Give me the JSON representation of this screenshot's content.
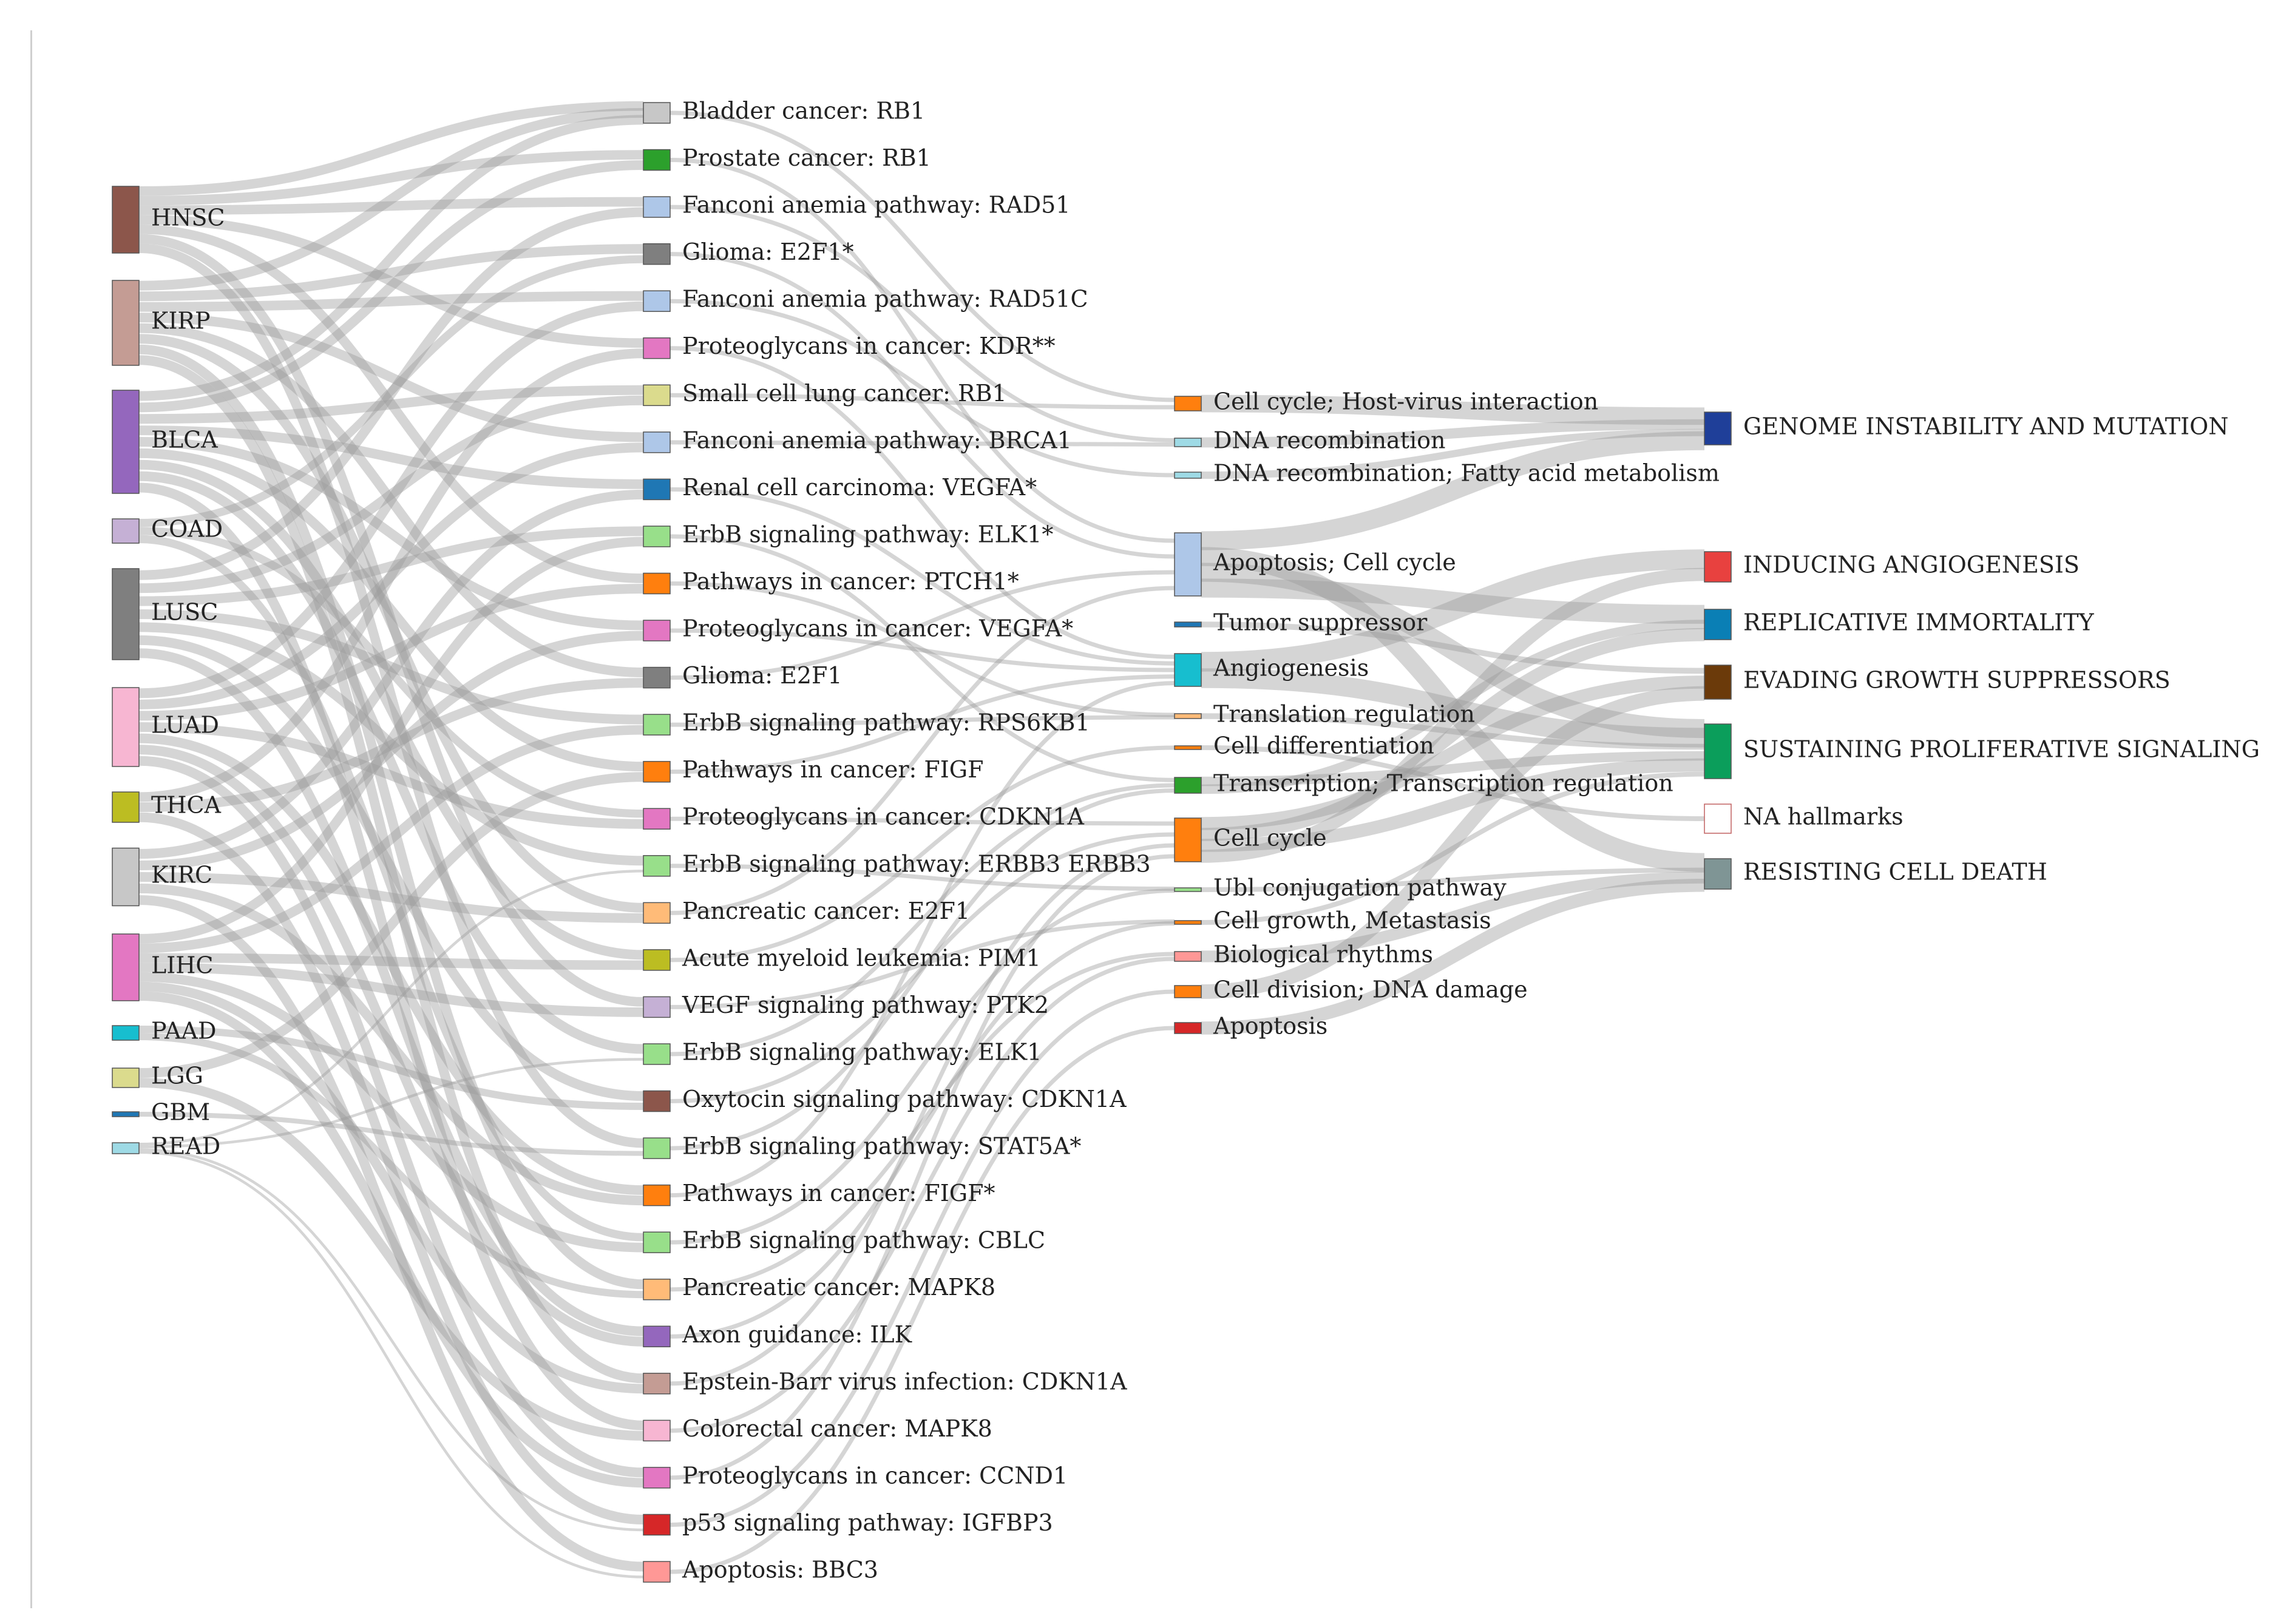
{
  "columns": [
    {
      "id": "cancer",
      "nodes": [
        {
          "label": "HNSC",
          "color": "#8c564b",
          "weight": 3.0
        },
        {
          "label": "KIRP",
          "color": "#c49c94",
          "weight": 4.0
        },
        {
          "label": "BLCA",
          "color": "#9467bd",
          "weight": 5.0
        },
        {
          "label": "COAD",
          "color": "#c5b0d5",
          "weight": 1.0
        },
        {
          "label": "LUSC",
          "color": "#7f7f7f",
          "weight": 4.0
        },
        {
          "label": "LUAD",
          "color": "#f7b6d2",
          "weight": 4.0
        },
        {
          "label": "THCA",
          "color": "#bcbd22",
          "weight": 1.3
        },
        {
          "label": "KIRC",
          "color": "#c7c7c7",
          "weight": 2.5
        },
        {
          "label": "LIHC",
          "color": "#e377c2",
          "weight": 3.0
        },
        {
          "label": "PAAD",
          "color": "#17becf",
          "weight": 0.5
        },
        {
          "label": "LGG",
          "color": "#dbdb8d",
          "weight": 0.8
        },
        {
          "label": "GBM",
          "color": "#1f77b4",
          "weight": 0.2
        },
        {
          "label": "READ",
          "color": "#9edae5",
          "weight": 0.4
        }
      ]
    },
    {
      "id": "pathway",
      "nodes": [
        {
          "label": "Bladder cancer: RB1",
          "color": "#c7c7c7",
          "weight": 1
        },
        {
          "label": "Prostate cancer: RB1",
          "color": "#2ca02c",
          "weight": 1
        },
        {
          "label": "Fanconi anemia pathway: RAD51",
          "color": "#aec7e8",
          "weight": 1
        },
        {
          "label": "Glioma: E2F1*",
          "color": "#7f7f7f",
          "weight": 1
        },
        {
          "label": "Fanconi anemia pathway: RAD51C",
          "color": "#aec7e8",
          "weight": 1
        },
        {
          "label": "Proteoglycans in cancer: KDR**",
          "color": "#e377c2",
          "weight": 1
        },
        {
          "label": "Small cell lung cancer: RB1",
          "color": "#dbdb8d",
          "weight": 1
        },
        {
          "label": "Fanconi anemia pathway: BRCA1",
          "color": "#aec7e8",
          "weight": 1
        },
        {
          "label": "Renal cell carcinoma: VEGFA*",
          "color": "#1f77b4",
          "weight": 1
        },
        {
          "label": "ErbB signaling pathway: ELK1*",
          "color": "#98df8a",
          "weight": 1
        },
        {
          "label": "Pathways in cancer: PTCH1*",
          "color": "#ff7f0e",
          "weight": 1
        },
        {
          "label": "Proteoglycans in cancer: VEGFA*",
          "color": "#e377c2",
          "weight": 1
        },
        {
          "label": "Glioma: E2F1",
          "color": "#7f7f7f",
          "weight": 1
        },
        {
          "label": "ErbB signaling pathway: RPS6KB1",
          "color": "#98df8a",
          "weight": 1
        },
        {
          "label": "Pathways in cancer: FIGF",
          "color": "#ff7f0e",
          "weight": 1
        },
        {
          "label": "Proteoglycans in cancer: CDKN1A",
          "color": "#e377c2",
          "weight": 1
        },
        {
          "label": "ErbB signaling pathway: ERBB3 ERBB3",
          "color": "#98df8a",
          "weight": 1
        },
        {
          "label": "Pancreatic cancer: E2F1",
          "color": "#ffbb78",
          "weight": 1
        },
        {
          "label": "Acute myeloid leukemia: PIM1",
          "color": "#bcbd22",
          "weight": 1
        },
        {
          "label": "VEGF signaling pathway: PTK2",
          "color": "#c5b0d5",
          "weight": 1
        },
        {
          "label": "ErbB signaling pathway: ELK1",
          "color": "#98df8a",
          "weight": 1
        },
        {
          "label": "Oxytocin signaling pathway: CDKN1A",
          "color": "#8c564b",
          "weight": 1
        },
        {
          "label": "ErbB signaling pathway: STAT5A*",
          "color": "#98df8a",
          "weight": 1
        },
        {
          "label": "Pathways in cancer: FIGF*",
          "color": "#ff7f0e",
          "weight": 1
        },
        {
          "label": "ErbB signaling pathway: CBLC",
          "color": "#98df8a",
          "weight": 1
        },
        {
          "label": "Pancreatic cancer: MAPK8",
          "color": "#ffbb78",
          "weight": 1
        },
        {
          "label": "Axon guidance: ILK",
          "color": "#9467bd",
          "weight": 1
        },
        {
          "label": "Epstein-Barr virus infection: CDKN1A",
          "color": "#c49c94",
          "weight": 1
        },
        {
          "label": "Colorectal cancer: MAPK8",
          "color": "#f7b6d2",
          "weight": 1
        },
        {
          "label": "Proteoglycans in cancer: CCND1",
          "color": "#e377c2",
          "weight": 1
        },
        {
          "label": "p53 signaling pathway: IGFBP3",
          "color": "#d62728",
          "weight": 1
        },
        {
          "label": "Apoptosis: BBC3",
          "color": "#ff9896",
          "weight": 1
        }
      ]
    },
    {
      "id": "function",
      "nodes": [
        {
          "label": "Cell cycle; Host-virus interaction",
          "color": "#ff7f0e",
          "weight": 0.6
        },
        {
          "label": "DNA recombination",
          "color": "#9edae5",
          "weight": 0.5
        },
        {
          "label": "DNA recombination; Fatty acid metabolism",
          "color": "#9edae5",
          "weight": 0.3
        },
        {
          "label": "Apoptosis; Cell cycle",
          "color": "#aec7e8",
          "weight": 2.6
        },
        {
          "label": "Tumor suppressor",
          "color": "#1f77b4",
          "weight": 0.2
        },
        {
          "label": "Angiogenesis",
          "color": "#17becf",
          "weight": 1.3
        },
        {
          "label": "Translation regulation",
          "color": "#ffbb78",
          "weight": 0.2
        },
        {
          "label": "Cell differentiation",
          "color": "#ff7f0e",
          "weight": 0.2
        },
        {
          "label": "Transcription; Transcription regulation",
          "color": "#2ca02c",
          "weight": 0.6
        },
        {
          "label": "Cell cycle",
          "color": "#ff7f0e",
          "weight": 1.8
        },
        {
          "label": "Ubl conjugation pathway",
          "color": "#98df8a",
          "weight": 0.2
        },
        {
          "label": "Cell growth, Metastasis",
          "color": "#ff7f0e",
          "weight": 0.2
        },
        {
          "label": "Biological rhythms",
          "color": "#ff9896",
          "weight": 0.4
        },
        {
          "label": "Cell division; DNA damage",
          "color": "#ff7f0e",
          "weight": 0.4
        },
        {
          "label": "Apoptosis",
          "color": "#d62728",
          "weight": 0.4
        }
      ]
    },
    {
      "id": "hallmark",
      "nodes": [
        {
          "label": "GENOME INSTABILITY AND MUTATION",
          "color": "#1f3f99",
          "weight": 1.4
        },
        {
          "label": "INDUCING ANGIOGENESIS",
          "color": "#e8413f",
          "weight": 1.3
        },
        {
          "label": "REPLICATIVE IMMORTALITY",
          "color": "#0a7fb5",
          "weight": 1.3
        },
        {
          "label": "EVADING GROWTH SUPPRESSORS",
          "color": "#6b3a0a",
          "weight": 1.3
        },
        {
          "label": "SUSTAINING PROLIFERATIVE SIGNALING",
          "color": "#0b9e5b",
          "weight": 2.3
        },
        {
          "label": "NA hallmarks",
          "color": "#ffffff",
          "weight": 1.3
        },
        {
          "label": "RESISTING CELL DEATH",
          "color": "#7f9595",
          "weight": 1.3
        }
      ]
    }
  ],
  "links_cancer_pathway": [
    [
      0,
      0
    ],
    [
      0,
      1
    ],
    [
      0,
      2
    ],
    [
      0,
      5
    ],
    [
      0,
      10
    ],
    [
      0,
      19
    ],
    [
      0,
      22
    ],
    [
      1,
      0
    ],
    [
      1,
      3
    ],
    [
      1,
      4
    ],
    [
      1,
      7
    ],
    [
      1,
      12
    ],
    [
      1,
      17
    ],
    [
      1,
      25
    ],
    [
      1,
      27
    ],
    [
      2,
      0
    ],
    [
      2,
      1
    ],
    [
      2,
      6
    ],
    [
      2,
      8
    ],
    [
      2,
      11
    ],
    [
      2,
      14
    ],
    [
      2,
      18
    ],
    [
      2,
      20
    ],
    [
      2,
      28
    ],
    [
      3,
      3
    ],
    [
      3,
      15
    ],
    [
      3,
      24
    ],
    [
      4,
      2
    ],
    [
      4,
      6
    ],
    [
      4,
      9
    ],
    [
      4,
      13
    ],
    [
      4,
      16
    ],
    [
      4,
      21
    ],
    [
      4,
      26
    ],
    [
      5,
      4
    ],
    [
      5,
      7
    ],
    [
      5,
      10
    ],
    [
      5,
      15
    ],
    [
      5,
      23
    ],
    [
      5,
      26
    ],
    [
      5,
      29
    ],
    [
      6,
      5
    ],
    [
      6,
      12
    ],
    [
      6,
      30
    ],
    [
      7,
      8
    ],
    [
      7,
      11
    ],
    [
      7,
      17
    ],
    [
      7,
      23
    ],
    [
      7,
      31
    ],
    [
      8,
      9
    ],
    [
      8,
      13
    ],
    [
      8,
      18
    ],
    [
      8,
      19
    ],
    [
      8,
      24
    ],
    [
      8,
      27
    ],
    [
      8,
      29
    ],
    [
      9,
      21
    ],
    [
      9,
      25
    ],
    [
      10,
      14
    ],
    [
      10,
      28
    ],
    [
      11,
      22
    ],
    [
      12,
      16
    ],
    [
      12,
      20
    ],
    [
      12,
      30
    ],
    [
      12,
      31
    ]
  ],
  "links_pathway_function": [
    [
      0,
      0
    ],
    [
      1,
      3
    ],
    [
      2,
      1
    ],
    [
      3,
      3
    ],
    [
      4,
      2
    ],
    [
      5,
      5
    ],
    [
      6,
      0
    ],
    [
      7,
      1
    ],
    [
      8,
      5
    ],
    [
      9,
      8
    ],
    [
      10,
      6
    ],
    [
      11,
      5
    ],
    [
      12,
      3
    ],
    [
      13,
      6
    ],
    [
      14,
      5
    ],
    [
      15,
      9
    ],
    [
      16,
      10
    ],
    [
      17,
      3
    ],
    [
      18,
      7
    ],
    [
      19,
      11
    ],
    [
      20,
      8
    ],
    [
      21,
      9
    ],
    [
      22,
      8
    ],
    [
      23,
      5
    ],
    [
      24,
      10
    ],
    [
      25,
      12
    ],
    [
      26,
      11
    ],
    [
      27,
      9
    ],
    [
      28,
      12
    ],
    [
      29,
      9
    ],
    [
      30,
      13
    ],
    [
      31,
      14
    ]
  ],
  "links_function_hallmark": [
    [
      0,
      0
    ],
    [
      1,
      0
    ],
    [
      2,
      0
    ],
    [
      3,
      0
    ],
    [
      3,
      6
    ],
    [
      3,
      4
    ],
    [
      3,
      2
    ],
    [
      4,
      3
    ],
    [
      5,
      1
    ],
    [
      5,
      4
    ],
    [
      6,
      4
    ],
    [
      7,
      5
    ],
    [
      8,
      4
    ],
    [
      8,
      2
    ],
    [
      9,
      3
    ],
    [
      9,
      2
    ],
    [
      9,
      4
    ],
    [
      9,
      1
    ],
    [
      10,
      6
    ],
    [
      11,
      4
    ],
    [
      12,
      6
    ],
    [
      13,
      3
    ],
    [
      14,
      6
    ]
  ]
}
